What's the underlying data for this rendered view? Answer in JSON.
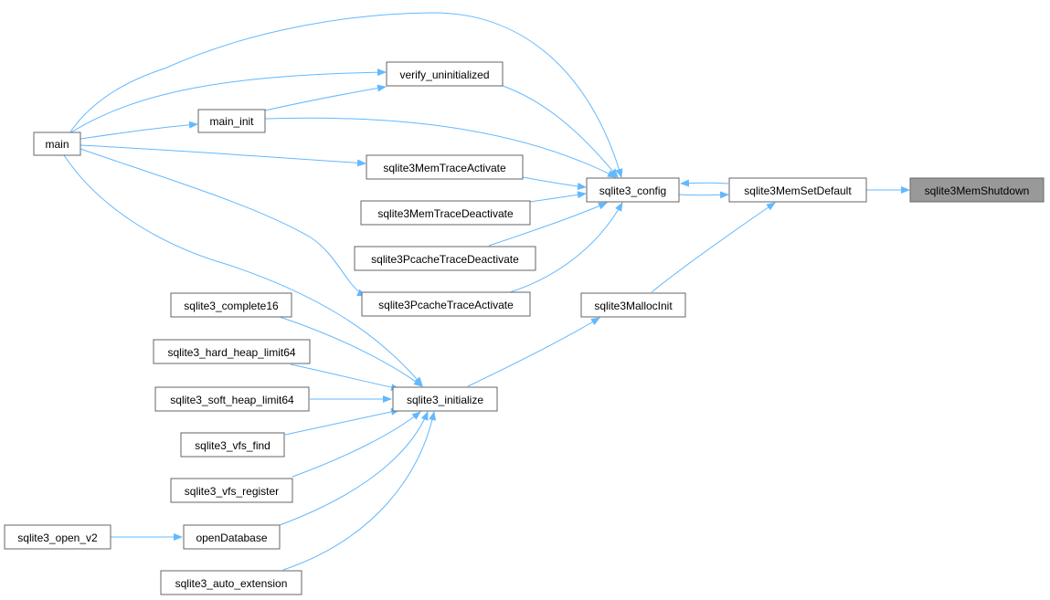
{
  "colors": {
    "edge": "#63b8ff",
    "node_border": "#666666",
    "node_fill": "#ffffff",
    "highlight_fill": "#999999"
  },
  "nodes": {
    "main": "main",
    "main_init": "main_init",
    "verify_uninitialized": "verify_uninitialized",
    "memtrace_activate": "sqlite3MemTraceActivate",
    "memtrace_deactivate": "sqlite3MemTraceDeactivate",
    "pcachetrace_deactivate": "sqlite3PcacheTraceDeactivate",
    "pcachetrace_activate": "sqlite3PcacheTraceActivate",
    "config": "sqlite3_config",
    "memsetdefault": "sqlite3MemSetDefault",
    "memshutdown": "sqlite3MemShutdown",
    "mallocinit": "sqlite3MallocInit",
    "complete16": "sqlite3_complete16",
    "hard_heap": "sqlite3_hard_heap_limit64",
    "soft_heap": "sqlite3_soft_heap_limit64",
    "initialize": "sqlite3_initialize",
    "vfs_find": "sqlite3_vfs_find",
    "vfs_register": "sqlite3_vfs_register",
    "open_v2": "sqlite3_open_v2",
    "opendatabase": "openDatabase",
    "auto_extension": "sqlite3_auto_extension"
  }
}
